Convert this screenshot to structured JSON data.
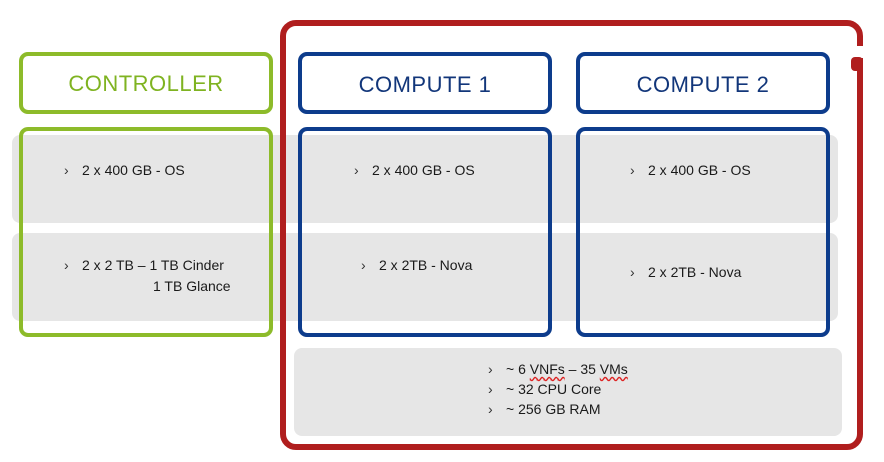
{
  "controller": {
    "title": "CONTROLLER",
    "os": "2 x 400 GB - OS",
    "storage_line1": "2 x 2 TB – 1 TB Cinder",
    "storage_line2": "1 TB Glance"
  },
  "compute1": {
    "title": "COMPUTE 1",
    "os": "2 x 400 GB - OS",
    "storage": "2 x 2TB - Nova"
  },
  "compute2": {
    "title": "COMPUTE 2",
    "os": "2 x 400 GB - OS",
    "storage": "2 x 2TB - Nova"
  },
  "capacity": {
    "vnfs_a": "~ 6 ",
    "vnfs_b": "VNFs",
    "vnfs_c": " – 35 ",
    "vnfs_d": "VMs",
    "cpu": "~ 32 CPU Core",
    "ram": "~ 256 GB RAM"
  },
  "bullet": "›",
  "colors": {
    "controller": "#8dbb2a",
    "compute": "#0d3c8c",
    "cluster": "#b01e1e",
    "band": "#e6e6e6"
  }
}
